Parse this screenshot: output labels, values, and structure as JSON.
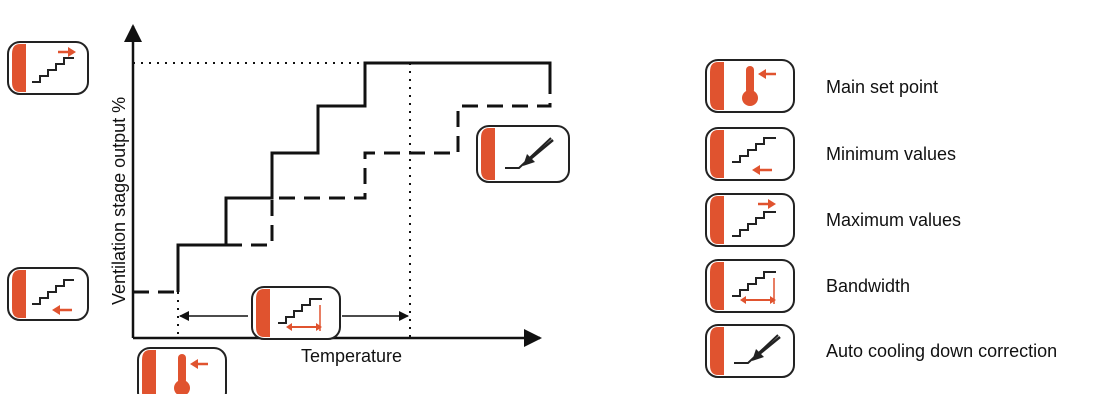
{
  "axes": {
    "y_label": "Ventilation stage output %",
    "x_label": "Temperature"
  },
  "legend": [
    {
      "icon": "main-set-point-icon",
      "label": "Main set point"
    },
    {
      "icon": "minimum-values-icon",
      "label": "Minimum values"
    },
    {
      "icon": "maximum-values-icon",
      "label": "Maximum values"
    },
    {
      "icon": "bandwidth-icon",
      "label": "Bandwidth"
    },
    {
      "icon": "auto-cooling-down-correction-icon",
      "label": "Auto cooling down correction"
    }
  ],
  "colors": {
    "accent": "#e0532f",
    "line": "#111111",
    "icon_border": "#222222"
  }
}
